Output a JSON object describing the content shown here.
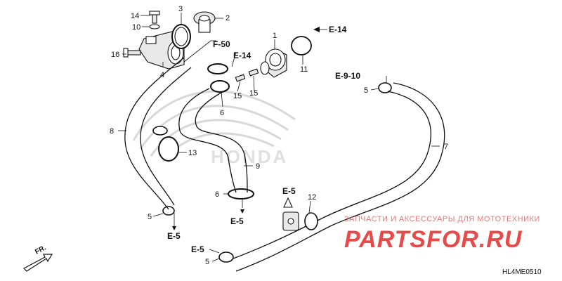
{
  "diagram": {
    "callouts": {
      "c14": "14",
      "c10": "10",
      "c3": "3",
      "c2": "2",
      "c16": "16",
      "c4": "4",
      "c1": "1",
      "c11": "11",
      "c15a": "15",
      "c15b": "15",
      "c6a": "6",
      "c8": "8",
      "c13": "13",
      "c9": "9",
      "c7": "7",
      "c6b": "6",
      "c5a": "5",
      "c5b": "5",
      "c5c": "5",
      "c12": "12"
    },
    "refs": {
      "f50": "F-50",
      "e14a": "E-14",
      "e14b": "E-14",
      "e910": "E-9-10",
      "e5a": "E-5",
      "e5b": "E-5",
      "e5c": "E-5",
      "e5d": "E-5"
    },
    "brand_mark": "HONDA",
    "direction_label": "FR.",
    "diagram_code": "HL4ME0510"
  },
  "watermark": {
    "tagline": "ЗАПЧАСТИ И АКСЕССУАРЫ ДЛЯ МОТОТЕХНИКИ",
    "logo": "PARTSFOR.RU"
  },
  "colors": {
    "watermark_red": "#e84a4a",
    "line": "#111111"
  }
}
